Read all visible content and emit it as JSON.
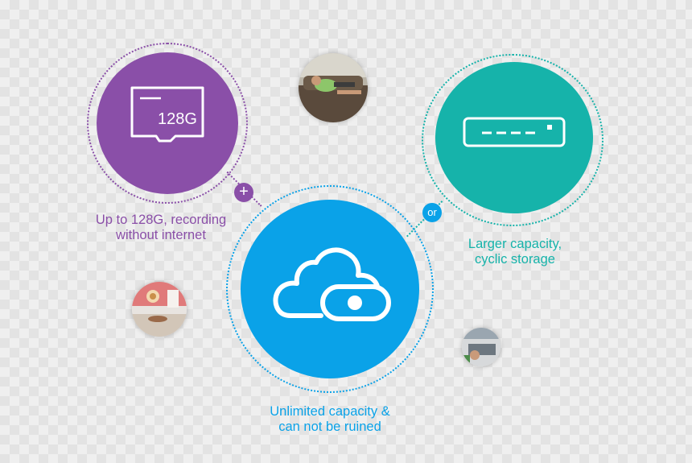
{
  "colors": {
    "purple": "#8a4fa8",
    "teal": "#16b3aa",
    "blue": "#0aa2e8",
    "purple_text": "#8a4fa8",
    "teal_text": "#16b3aa",
    "blue_text": "#0aa2e8"
  },
  "sd_card": {
    "icon": "sd-card-icon",
    "label": "128G",
    "caption_line1": "Up to 128G, recording",
    "caption_line2": "without internet"
  },
  "cloud": {
    "icon": "cloud-camera-icon",
    "caption_line1": "Unlimited capacity &",
    "caption_line2": "can not be ruined"
  },
  "nvr": {
    "icon": "nvr-device-icon",
    "caption_line1": "Larger capacity,",
    "caption_line2": "cyclic storage"
  },
  "connectors": {
    "plus_symbol": "+",
    "or_label": "or"
  },
  "photos": {
    "top": "person-on-sofa-photo",
    "left": "room-photo",
    "right": "hand-device-photo"
  }
}
